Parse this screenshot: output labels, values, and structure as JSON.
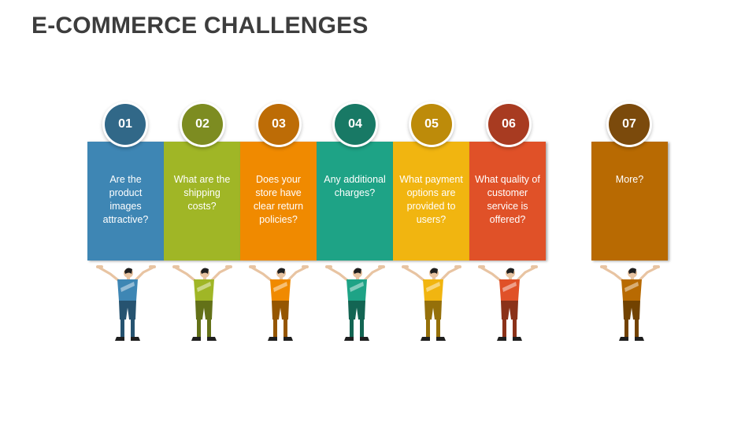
{
  "title": "E-COMMERCE CHALLENGES",
  "steps": [
    {
      "number": "01",
      "text": "Are the product images attractive?",
      "color": "#3e86b4",
      "badge_color": "#316888"
    },
    {
      "number": "02",
      "text": "What are the shipping costs?",
      "color": "#a0b626",
      "badge_color": "#7d8c21"
    },
    {
      "number": "03",
      "text": "Does your store have clear return policies?",
      "color": "#f08a00",
      "badge_color": "#bd6c06"
    },
    {
      "number": "04",
      "text": "Any additional charges?",
      "color": "#1ea386",
      "badge_color": "#187965"
    },
    {
      "number": "05",
      "text": "What payment options are provided to users?",
      "color": "#f1b510",
      "badge_color": "#bd8b0a"
    },
    {
      "number": "06",
      "text": "What quality of customer service is offered?",
      "color": "#e05128",
      "badge_color": "#a83b21"
    },
    {
      "number": "07",
      "text": "More?",
      "color": "#b86a02",
      "badge_color": "#7b4a0c"
    }
  ]
}
